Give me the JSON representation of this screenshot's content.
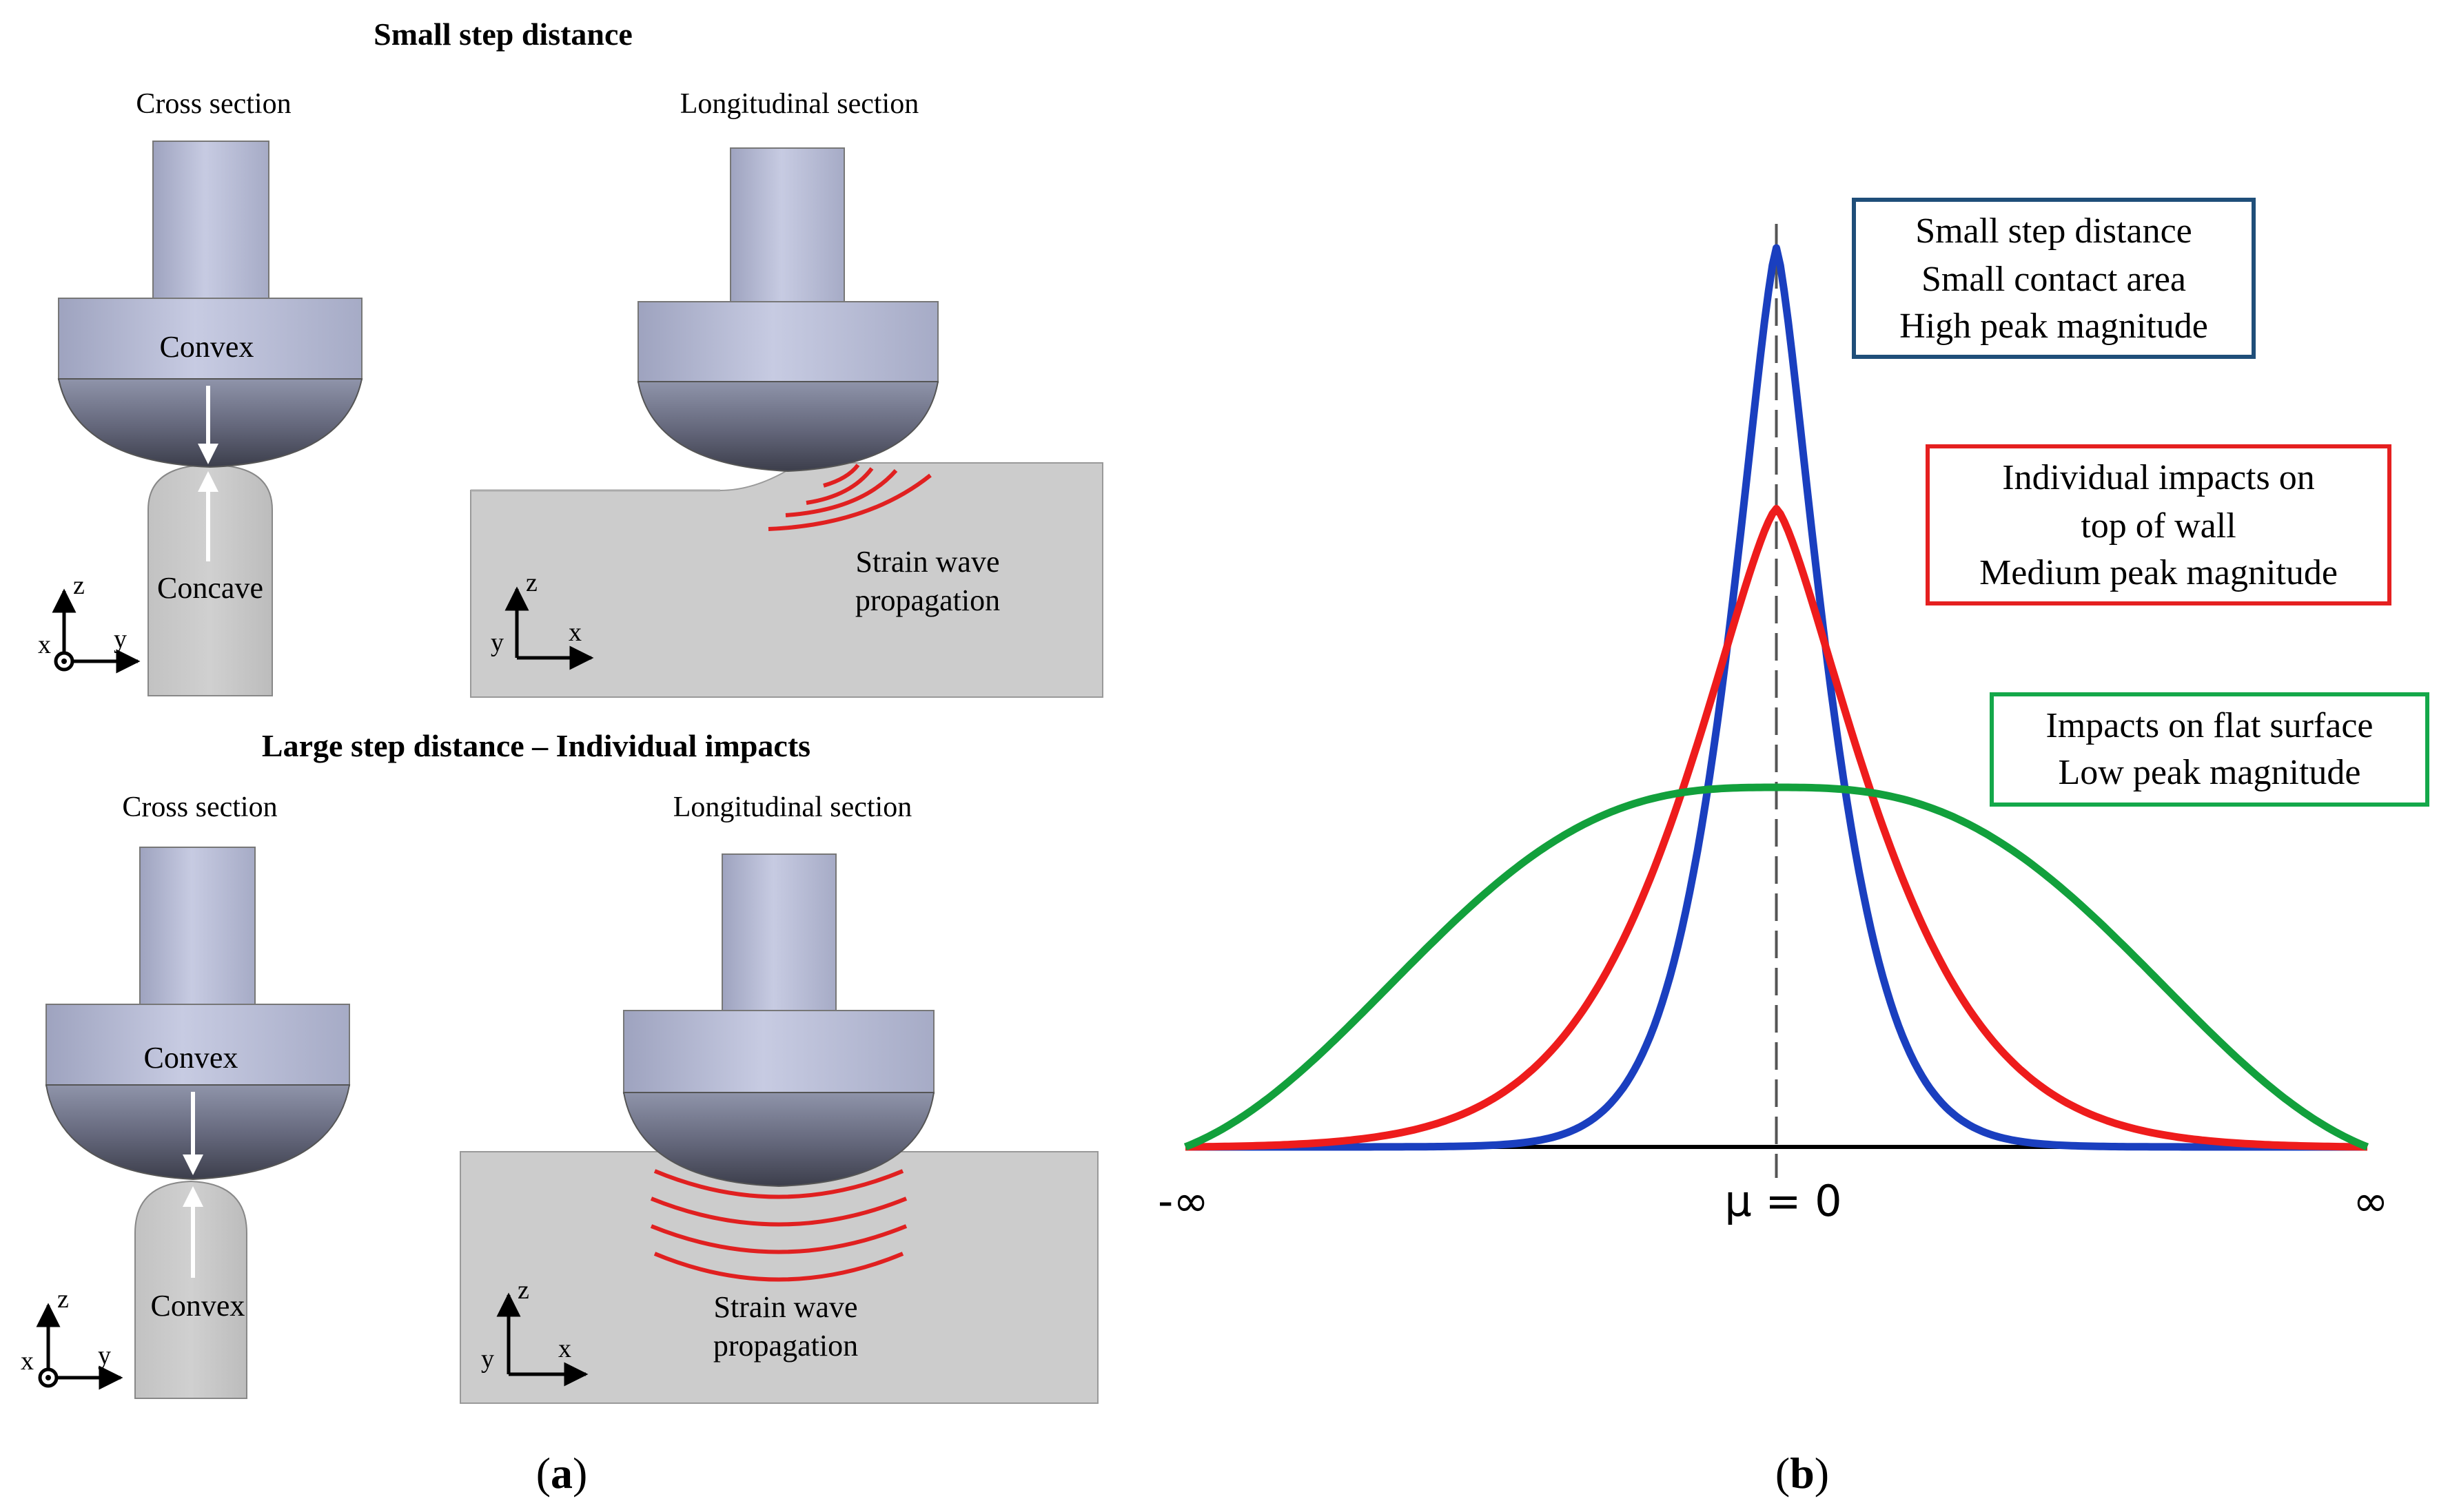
{
  "panel_a": {
    "label": "(a)",
    "label_prefix": "(",
    "label_letter": "a",
    "label_suffix": ")",
    "top_title": "Small step distance",
    "bottom_title": "Large step distance – Individual impacts",
    "top": {
      "cross_section_title": "Cross section",
      "longitudinal_section_title": "Longitudinal section",
      "tool_label": "Convex",
      "wall_label": "Concave",
      "wave_label_line1": "Strain wave",
      "wave_label_line2": "propagation",
      "cross_axes": {
        "x": "x",
        "y": "y",
        "z": "z"
      },
      "long_axes": {
        "x": "x",
        "y": "y",
        "z": "z"
      }
    },
    "bottom": {
      "cross_section_title": "Cross section",
      "longitudinal_section_title": "Longitudinal section",
      "tool_label": "Convex",
      "wall_label": "Convex",
      "wave_label_line1": "Strain wave",
      "wave_label_line2": "propagation",
      "cross_axes": {
        "x": "x",
        "y": "y",
        "z": "z"
      },
      "long_axes": {
        "x": "x",
        "y": "y",
        "z": "z"
      }
    },
    "colors": {
      "tool": "#b8bdd6",
      "tool_dark": "#55586a",
      "workpiece": "#cccccc",
      "wave": "#e02020",
      "arrow": "#ffffff"
    }
  },
  "panel_b": {
    "label": "(b)",
    "label_prefix": "(",
    "label_letter": "b",
    "label_suffix": ")",
    "x_left": "-∞",
    "x_center": "μ = 0",
    "x_right": "∞",
    "boxes": [
      {
        "lines": [
          "Small step distance",
          "Small contact area",
          "High peak magnitude"
        ],
        "color": "#1f4e79"
      },
      {
        "lines": [
          "Individual impacts on",
          "top of wall",
          "Medium peak magnitude"
        ],
        "color": "#e52020"
      },
      {
        "lines": [
          "Impacts on flat surface",
          "Low peak magnitude"
        ],
        "color": "#14a84a"
      }
    ]
  },
  "chart_data": {
    "type": "line",
    "xlabel": "",
    "ylabel": "",
    "x_ticks": [
      "-∞",
      "μ = 0",
      "∞"
    ],
    "x_range": [
      -1,
      1
    ],
    "y_range": [
      0,
      1
    ],
    "grid": false,
    "series": [
      {
        "color": "#1a3fbf",
        "peak": 1.0,
        "sigma": 0.13,
        "shape": "gaussian-laplace"
      },
      {
        "color": "#ee1c1c",
        "peak": 0.71,
        "sigma": 0.25,
        "shape": "gaussian-laplace"
      },
      {
        "color": "#12a03c",
        "peak": 0.4,
        "sigma": 0.45,
        "shape": "gaussian"
      }
    ],
    "center_line": {
      "x": 0,
      "style": "dashed"
    }
  }
}
